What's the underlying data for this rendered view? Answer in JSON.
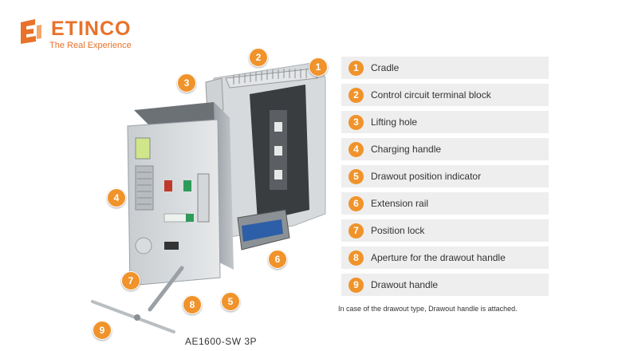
{
  "brand": {
    "name": "ETINCO",
    "tagline": "The Real Experience",
    "color": "#e8722a"
  },
  "accent_color": "#f0932b",
  "product": {
    "model": "AE1600-SW 3P"
  },
  "legend": {
    "items": [
      {
        "number": "1",
        "label": "Cradle"
      },
      {
        "number": "2",
        "label": "Control circuit terminal block"
      },
      {
        "number": "3",
        "label": "Lifting hole"
      },
      {
        "number": "4",
        "label": "Charging handle"
      },
      {
        "number": "5",
        "label": "Drawout position indicator"
      },
      {
        "number": "6",
        "label": "Extension rail"
      },
      {
        "number": "7",
        "label": "Position lock"
      },
      {
        "number": "8",
        "label": "Aperture for the drawout handle"
      },
      {
        "number": "9",
        "label": "Drawout handle"
      }
    ],
    "note": "In case of the drawout type, Drawout handle is attached."
  }
}
